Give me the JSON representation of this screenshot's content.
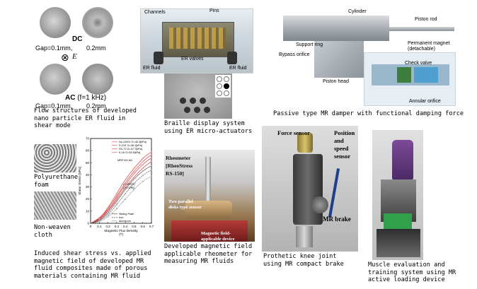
{
  "er_fluid": {
    "dc": "DC",
    "gap1": "Gap=0.1mm,",
    "gap2": "0.2mm",
    "gap1_ac": "Gap=0.1mm,",
    "gap2_ac": "0.2mm",
    "e_symbol": "⊗",
    "e_letter": "E",
    "ac_bold": "AC",
    "ac_rest": " (f=1 kHz)",
    "caption": "Flow structures of developed\nnano particle ER fluid in\nshear mode"
  },
  "braille": {
    "channels": "Channels",
    "pins": "Pins",
    "er_valves": "ER valves",
    "er_fluid_left": "ER fluid",
    "er_fluid_right": "ER fluid",
    "caption": "Braille display system\nusing ER micro-actuators"
  },
  "damper": {
    "cylinder": "Cylinder",
    "piston_rod": "Piston rod",
    "support_ring": "Support ring",
    "bypass_orifice": "Bypass orifice",
    "permanent_magnet": "Permanent magnet\n(detachable)",
    "check_valve": "Check valve",
    "piston_head": "Piston head",
    "annular_orifice": "Annular orifice",
    "caption": "Passive type MR damper with functional damping force"
  },
  "composite": {
    "foam": "Polyurethane\nfoam",
    "cloth": "Non-weaven\ncloth",
    "caption": "Induced shear stress vs. applied\nmagnetic field of developed MR\nfluid composites made of porous\nmaterials containing MR fluid"
  },
  "rheometer": {
    "rheometer_label": "Rheometer\n[RheoStress\nRS-150]",
    "disks": "Two parallel\ndisks type sensor",
    "applicable": "Magnetic field-\napplicable device",
    "caption": "Developed magnetic field\napplicable rheometer for\nmeasuring MR fluids"
  },
  "knee": {
    "force_sensor": "Force sensor",
    "position": "Position\nand\nspeed\nsensor",
    "mr_brake": "MR brake",
    "caption": "Prothetic knee joint\nusing MR compact brake"
  },
  "muscle": {
    "caption": "Muscle evaluation and\ntraining system using MR\nactive loading device"
  },
  "chart_data": {
    "type": "line",
    "ylabel": "Shear Stress [kPa]",
    "xlabel": "Magnetic Flux Density\n(T)",
    "xticks": [
      "0",
      "0.1",
      "0.2",
      "0.3",
      "0.4",
      "0.5",
      "0.6",
      "0.7"
    ],
    "yticks": [
      "0",
      "10",
      "20",
      "30",
      "40",
      "50",
      "60",
      "70"
    ],
    "xlim": [
      0,
      0.7
    ],
    "ylim": [
      0,
      70
    ],
    "legend_top": [
      "No.12001 G=45.3[kPa]",
      "S-21K G=38.1[kPa]",
      "SS-72 G=37.7[kPa]",
      "K-16 G=34.5[kPa]"
    ],
    "mrf_label": "MRF132-AD",
    "conditions": [
      "γ =200[%]",
      "f =1.0[Hz]"
    ],
    "legend_bottom": [
      "Sliding Plate",
      "Iron",
      "Aluminum"
    ],
    "series": [
      {
        "name": "No.12001 G=45.3[kPa]",
        "color": "#d43a3a",
        "x": [
          0,
          0.05,
          0.1,
          0.15,
          0.2,
          0.25,
          0.3,
          0.35,
          0.4,
          0.45,
          0.5,
          0.55,
          0.6,
          0.65,
          0.7
        ],
        "y": [
          0,
          2,
          4.5,
          8,
          13,
          18.5,
          24.5,
          30.5,
          36,
          41,
          45.5,
          49.5,
          53.5,
          56.5,
          59
        ]
      },
      {
        "name": "S-21K G=38.1[kPa]",
        "color": "#d43a3a",
        "x": [
          0,
          0.05,
          0.1,
          0.15,
          0.2,
          0.25,
          0.3,
          0.35,
          0.4,
          0.45,
          0.5,
          0.55,
          0.6,
          0.65,
          0.7
        ],
        "y": [
          0,
          1.8,
          4,
          7.5,
          12,
          17,
          22.5,
          28,
          33.5,
          38.5,
          43,
          47,
          51,
          54,
          56.5
        ]
      },
      {
        "name": "SS-72 G=37.7[kPa]",
        "color": "#d43a3a",
        "x": [
          0,
          0.05,
          0.1,
          0.15,
          0.2,
          0.25,
          0.3,
          0.35,
          0.4,
          0.45,
          0.5,
          0.55,
          0.6,
          0.65,
          0.7
        ],
        "y": [
          0,
          1.5,
          3.5,
          6.5,
          11,
          15.5,
          21,
          26.5,
          31.5,
          36.5,
          41,
          45,
          48.5,
          51.5,
          54
        ]
      },
      {
        "name": "K-16 G=34.5[kPa]",
        "color": "#d43a3a",
        "x": [
          0,
          0.05,
          0.1,
          0.15,
          0.2,
          0.25,
          0.3,
          0.35,
          0.4,
          0.45,
          0.5,
          0.55,
          0.6,
          0.65,
          0.7
        ],
        "y": [
          0,
          1.2,
          3,
          6,
          10,
          14.5,
          19.5,
          24.5,
          29.5,
          34,
          38,
          42,
          45.5,
          48.5,
          51
        ]
      },
      {
        "name": "Sliding Plate",
        "color": "#555555",
        "x": [
          0,
          0.05,
          0.1,
          0.15,
          0.2,
          0.25,
          0.3,
          0.35,
          0.4,
          0.45,
          0.5,
          0.55,
          0.6,
          0.65,
          0.7
        ],
        "y": [
          0,
          1,
          2.5,
          5,
          8.5,
          13,
          18,
          23,
          28,
          32.5,
          36.5,
          40,
          43,
          45.5,
          47.5
        ]
      },
      {
        "name": "Iron",
        "color": "#555555",
        "x": [
          0,
          0.05,
          0.1,
          0.15,
          0.2,
          0.25,
          0.3,
          0.35,
          0.4,
          0.45,
          0.5,
          0.55,
          0.6,
          0.65,
          0.7
        ],
        "y": [
          0,
          0.8,
          2,
          4,
          7,
          11,
          15.5,
          20,
          24.5,
          29,
          33,
          36.5,
          39.5,
          42,
          44
        ]
      },
      {
        "name": "Aluminum",
        "color": "#555555",
        "x": [
          0,
          0.05,
          0.1,
          0.15,
          0.2,
          0.25,
          0.3,
          0.35,
          0.4,
          0.45,
          0.5,
          0.55,
          0.6,
          0.65,
          0.7
        ],
        "y": [
          0,
          0.5,
          1.5,
          3,
          5.5,
          8.5,
          12,
          16,
          20,
          24,
          28,
          31.5,
          34.5,
          37,
          39
        ]
      }
    ]
  }
}
